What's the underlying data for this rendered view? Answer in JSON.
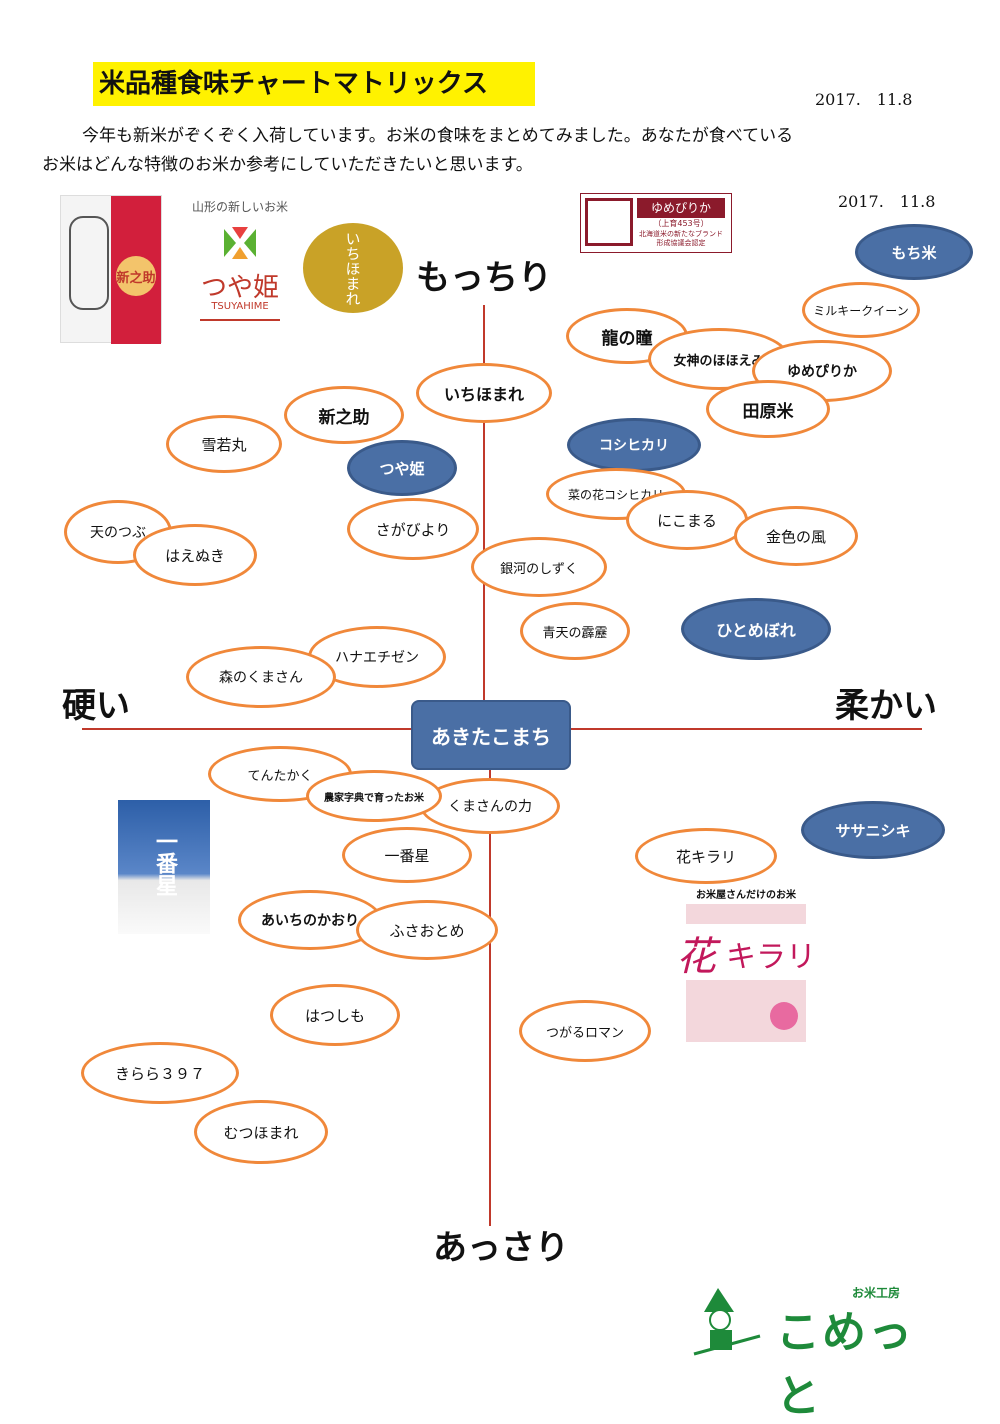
{
  "title": "米品種食味チャートマトリックス",
  "date_top": "2017.　11.8",
  "date_second": "2017.　11.8",
  "intro_line1": "今年も新米がぞくぞく入荷しています。お米の食味をまとめてみました。あなたが食べている",
  "intro_line2": "お米はどんな特徴のお米か参考にしていただきたいと思います。",
  "axes": {
    "top": "もっちり",
    "bottom": "あっさり",
    "left": "硬い",
    "right": "柔かい",
    "center": "あきたこまち"
  },
  "products": {
    "shinnosuke_pkg": "新之助",
    "tsuyahime_heading": "山形の新しいお米",
    "tsuyahime_name": "つや姫",
    "tsuyahime_romaji": "TSUYAHIME",
    "ichihomare_badge": "いちほまれ",
    "yumepirika_name": "ゆめぴりか",
    "yumepirika_sub": "（上育453号）",
    "yumepirika_note1": "北海道米の新たなブランド",
    "yumepirika_note2": "形成協議会認定",
    "ichibanboshi_pkg": "一番星",
    "hanakirari_heading": "お米屋さんだけのお米",
    "hanakirari_name1": "花",
    "hanakirari_name2": "キラリ"
  },
  "varieties": {
    "mochigome": "もち米",
    "milky_queen": "ミルキークイーン",
    "ryu_no_hitomi": "龍の瞳",
    "megami": "女神のほほえみ",
    "yumepirika": "ゆめぴりか",
    "tahara": "田原米",
    "ichihomare": "いちほまれ",
    "shinnosuke": "新之助",
    "yukiwakamaru": "雪若丸",
    "tsuyahime": "つや姫",
    "koshihikari": "コシヒカリ",
    "nanohana": "菜の花コシヒカリ",
    "nikomaru": "にこまる",
    "konjiki": "金色の風",
    "tenotsubu": "天のつぶ",
    "haenuki": "はえぬき",
    "sagabiyori": "さがびより",
    "ginga": "銀河のしずく",
    "seiten": "青天の霹靂",
    "hitomebore": "ひとめぼれ",
    "hanaechizen": "ハナエチゼン",
    "morinokuma": "森のくまさん",
    "tentakaku": "てんたかく",
    "nouka": "農家字典で育ったお米",
    "kumasan": "くまさんの力",
    "ichibanboshi": "一番星",
    "sasanishiki": "ササニシキ",
    "hanakirari": "花キラリ",
    "aichinokaori": "あいちのかおり",
    "fusaotome": "ふさおとめ",
    "hatsushimo": "はつしも",
    "tsugaru": "つがるロマン",
    "kirara": "きらら３９７",
    "mutsuhomare": "むつほまれ"
  },
  "logo": {
    "small": "お米工房",
    "big": "こめっと"
  },
  "colors": {
    "highlight": "#fff200",
    "oval_border": "#f0883a",
    "blue": "#4a6fa5",
    "axis": "#c0392b"
  }
}
